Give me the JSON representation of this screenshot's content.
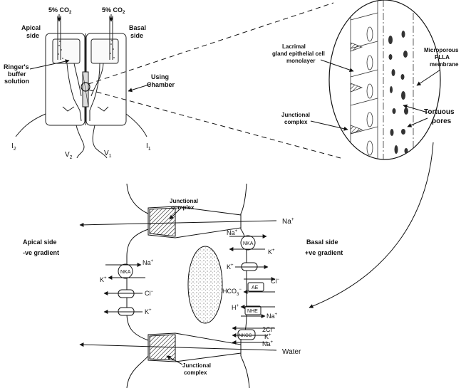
{
  "chamber": {
    "co2_left": "5% CO",
    "co2_right": "5% CO",
    "co2_sub": "2",
    "apical_side_l1": "Apical",
    "apical_side_l2": "side",
    "basal_side_l1": "Basal",
    "basal_side_l2": "side",
    "ringer_l1": "Ringer's",
    "ringer_l2": "buffer",
    "ringer_l3": "solution",
    "using_l1": "Using",
    "using_l2": "Chamber",
    "i2": "I",
    "i2_sub": "2",
    "v2": "V",
    "v2_sub": "2",
    "v1": "V",
    "v1_sub": "1",
    "i1": "I",
    "i1_sub": "1"
  },
  "inset": {
    "lacrimal_l1": "Lacrimal",
    "lacrimal_l2": "gland epithelial cell",
    "lacrimal_l3": "monolayer",
    "membrane_l1": "Microporous",
    "membrane_l2": "PLLA",
    "membrane_l3": "membrane",
    "junctional_l1": "Junctional",
    "junctional_l2": "complex",
    "tortuous_l1": "Tortuous",
    "tortuous_l2": "pores"
  },
  "cell": {
    "junctional_top_l1": "Junctional",
    "junctional_top_l2": "complex",
    "junctional_bottom_l1": "Junctional",
    "junctional_bottom_l2": "complex",
    "apical_l1": "Apical  side",
    "apical_l2": "-ve gradient",
    "basal_l1": "Basal side",
    "basal_l2": "+ve gradient",
    "na_top": "Na",
    "water": "Water",
    "nka": "NKA",
    "ae": "AE",
    "nhe": "NHE",
    "nkcc": "NKCC",
    "ions": {
      "na": "Na",
      "k": "K",
      "cl": "Cl",
      "hco3": "HCO",
      "h": "H",
      "twocl": "2Cl",
      "plus": "+",
      "minus": "−",
      "three": "3",
      "minus_hco": "−"
    }
  }
}
